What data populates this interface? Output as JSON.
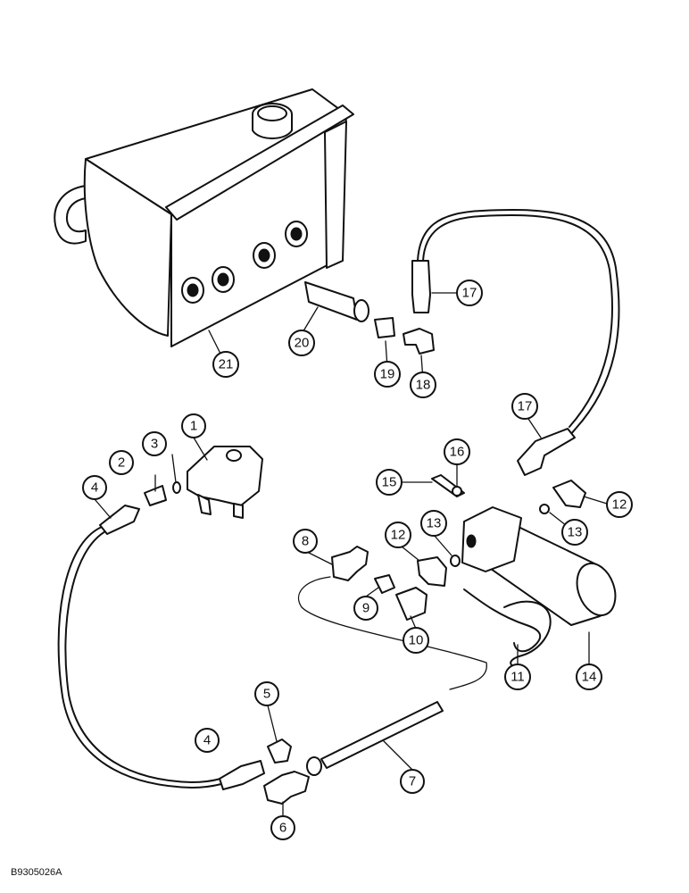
{
  "callouts": {
    "c1": "1",
    "c2": "2",
    "c3": "3",
    "c4a": "4",
    "c4b": "4",
    "c5": "5",
    "c6": "6",
    "c7": "7",
    "c8": "8",
    "c9": "9",
    "c10": "10",
    "c11": "11",
    "c12a": "12",
    "c12b": "12",
    "c13a": "13",
    "c13b": "13",
    "c14": "14",
    "c15": "15",
    "c16": "16",
    "c17a": "17",
    "c17b": "17",
    "c18": "18",
    "c19": "19",
    "c20": "20",
    "c21": "21"
  },
  "drawing_ref": "B9305026A"
}
